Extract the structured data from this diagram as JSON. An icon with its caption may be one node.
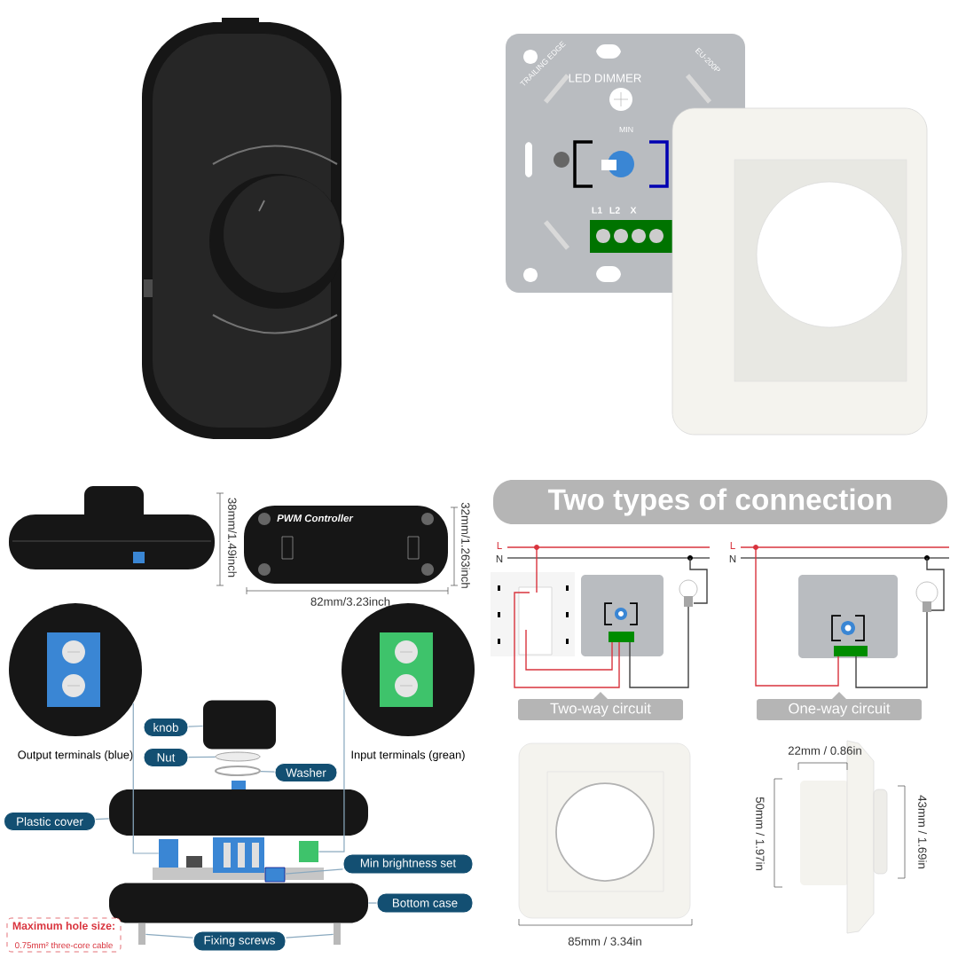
{
  "diagram": {
    "nodes": [
      {
        "text": [
          "Two types of connection"
        ]
      },
      {
        "text": [
          "Two-way circuit"
        ]
      },
      {
        "text": [
          "One-way circuit"
        ]
      },
      {
        "text": [],
        "shape": "circle",
        "beside": [
          "Output terminals (blue)"
        ]
      },
      {
        "text": [],
        "shape": "circle",
        "beside": [
          "Input terminals (grean)"
        ]
      },
      {
        "text": [
          "knob"
        ]
      },
      {
        "text": [],
        "shape": "box"
      },
      {
        "text": [
          "Nut"
        ]
      },
      {
        "text": [],
        "shape": "circle"
      },
      {
        "text": [
          "Washer"
        ]
      },
      {
        "text": [],
        "shape": "circle"
      },
      {
        "text": [
          "Plastic cover"
        ]
      },
      {
        "text": [],
        "shape": "box"
      },
      {
        "text": [],
        "shape": "box"
      },
      {
        "text": [],
        "shape": "box"
      },
      {
        "text": [
          "Min brightness set"
        ]
      },
      {
        "text": [],
        "shape": "box"
      },
      {
        "text": [
          "Bottom case"
        ]
      },
      {
        "text": [],
        "shape": "box"
      },
      {
        "text": [
          "Maximum hole size:",
          "0.75mm² three-core cable"
        ]
      },
      {
        "text": [
          "Fixing screws"
        ]
      },
      {
        "text": [],
        "shape": "box"
      },
      {
        "text": [],
        "shape": "box"
      }
    ],
    "edges": [
      {
        "from": 5,
        "to": 6,
        "arrow": "none"
      },
      {
        "from": 7,
        "to": 8,
        "arrow": "none"
      },
      {
        "from": 9,
        "to": 10,
        "arrow": "none"
      },
      {
        "from": 11,
        "to": 12,
        "arrow": "none"
      },
      {
        "from": 3,
        "to": 13,
        "arrow": "none"
      },
      {
        "from": 4,
        "to": 14,
        "arrow": "none"
      },
      {
        "from": 15,
        "to": 16,
        "arrow": "none"
      },
      {
        "from": 17,
        "to": 18,
        "arrow": "none"
      },
      {
        "from": 20,
        "to": 21,
        "arrow": "none"
      },
      {
        "from": 20,
        "to": 22,
        "arrow": "none"
      }
    ],
    "labels": [
      "TRAILING EDGE",
      "LED DIMMER",
      "EU-200P",
      "MIN",
      "L1",
      "L2",
      "X",
      "38mm/1.49inch",
      "PWM Controller",
      "32mm/1.263inch",
      "82mm/3.23inch",
      "L",
      "N",
      "L",
      "N",
      "85mm / 3.34in",
      "22mm / 0.86in",
      "50mm / 1.97in",
      "43mm / 1.69in"
    ]
  }
}
